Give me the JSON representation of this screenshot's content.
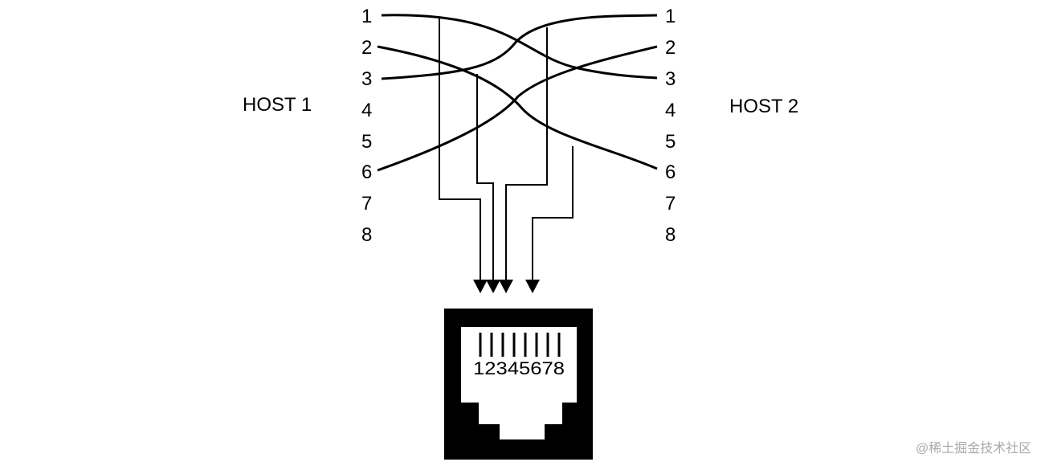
{
  "diagram": {
    "host_left": "HOST 1",
    "host_right": "HOST 2",
    "left_pins": [
      "1",
      "2",
      "3",
      "4",
      "5",
      "6",
      "7",
      "8"
    ],
    "right_pins": [
      "1",
      "2",
      "3",
      "4",
      "5",
      "6",
      "7",
      "8"
    ],
    "jack_label": "12345678",
    "crossover_pairs": [
      {
        "from": 1,
        "to": 3
      },
      {
        "from": 2,
        "to": 6
      },
      {
        "from": 3,
        "to": 1
      },
      {
        "from": 6,
        "to": 2
      }
    ],
    "jack_arrow_pins": [
      1,
      2,
      3,
      6
    ]
  },
  "watermark": "@稀土掘金技术社区",
  "colors": {
    "line": "#000000",
    "background": "#ffffff",
    "watermark": "#aaaaaa"
  }
}
